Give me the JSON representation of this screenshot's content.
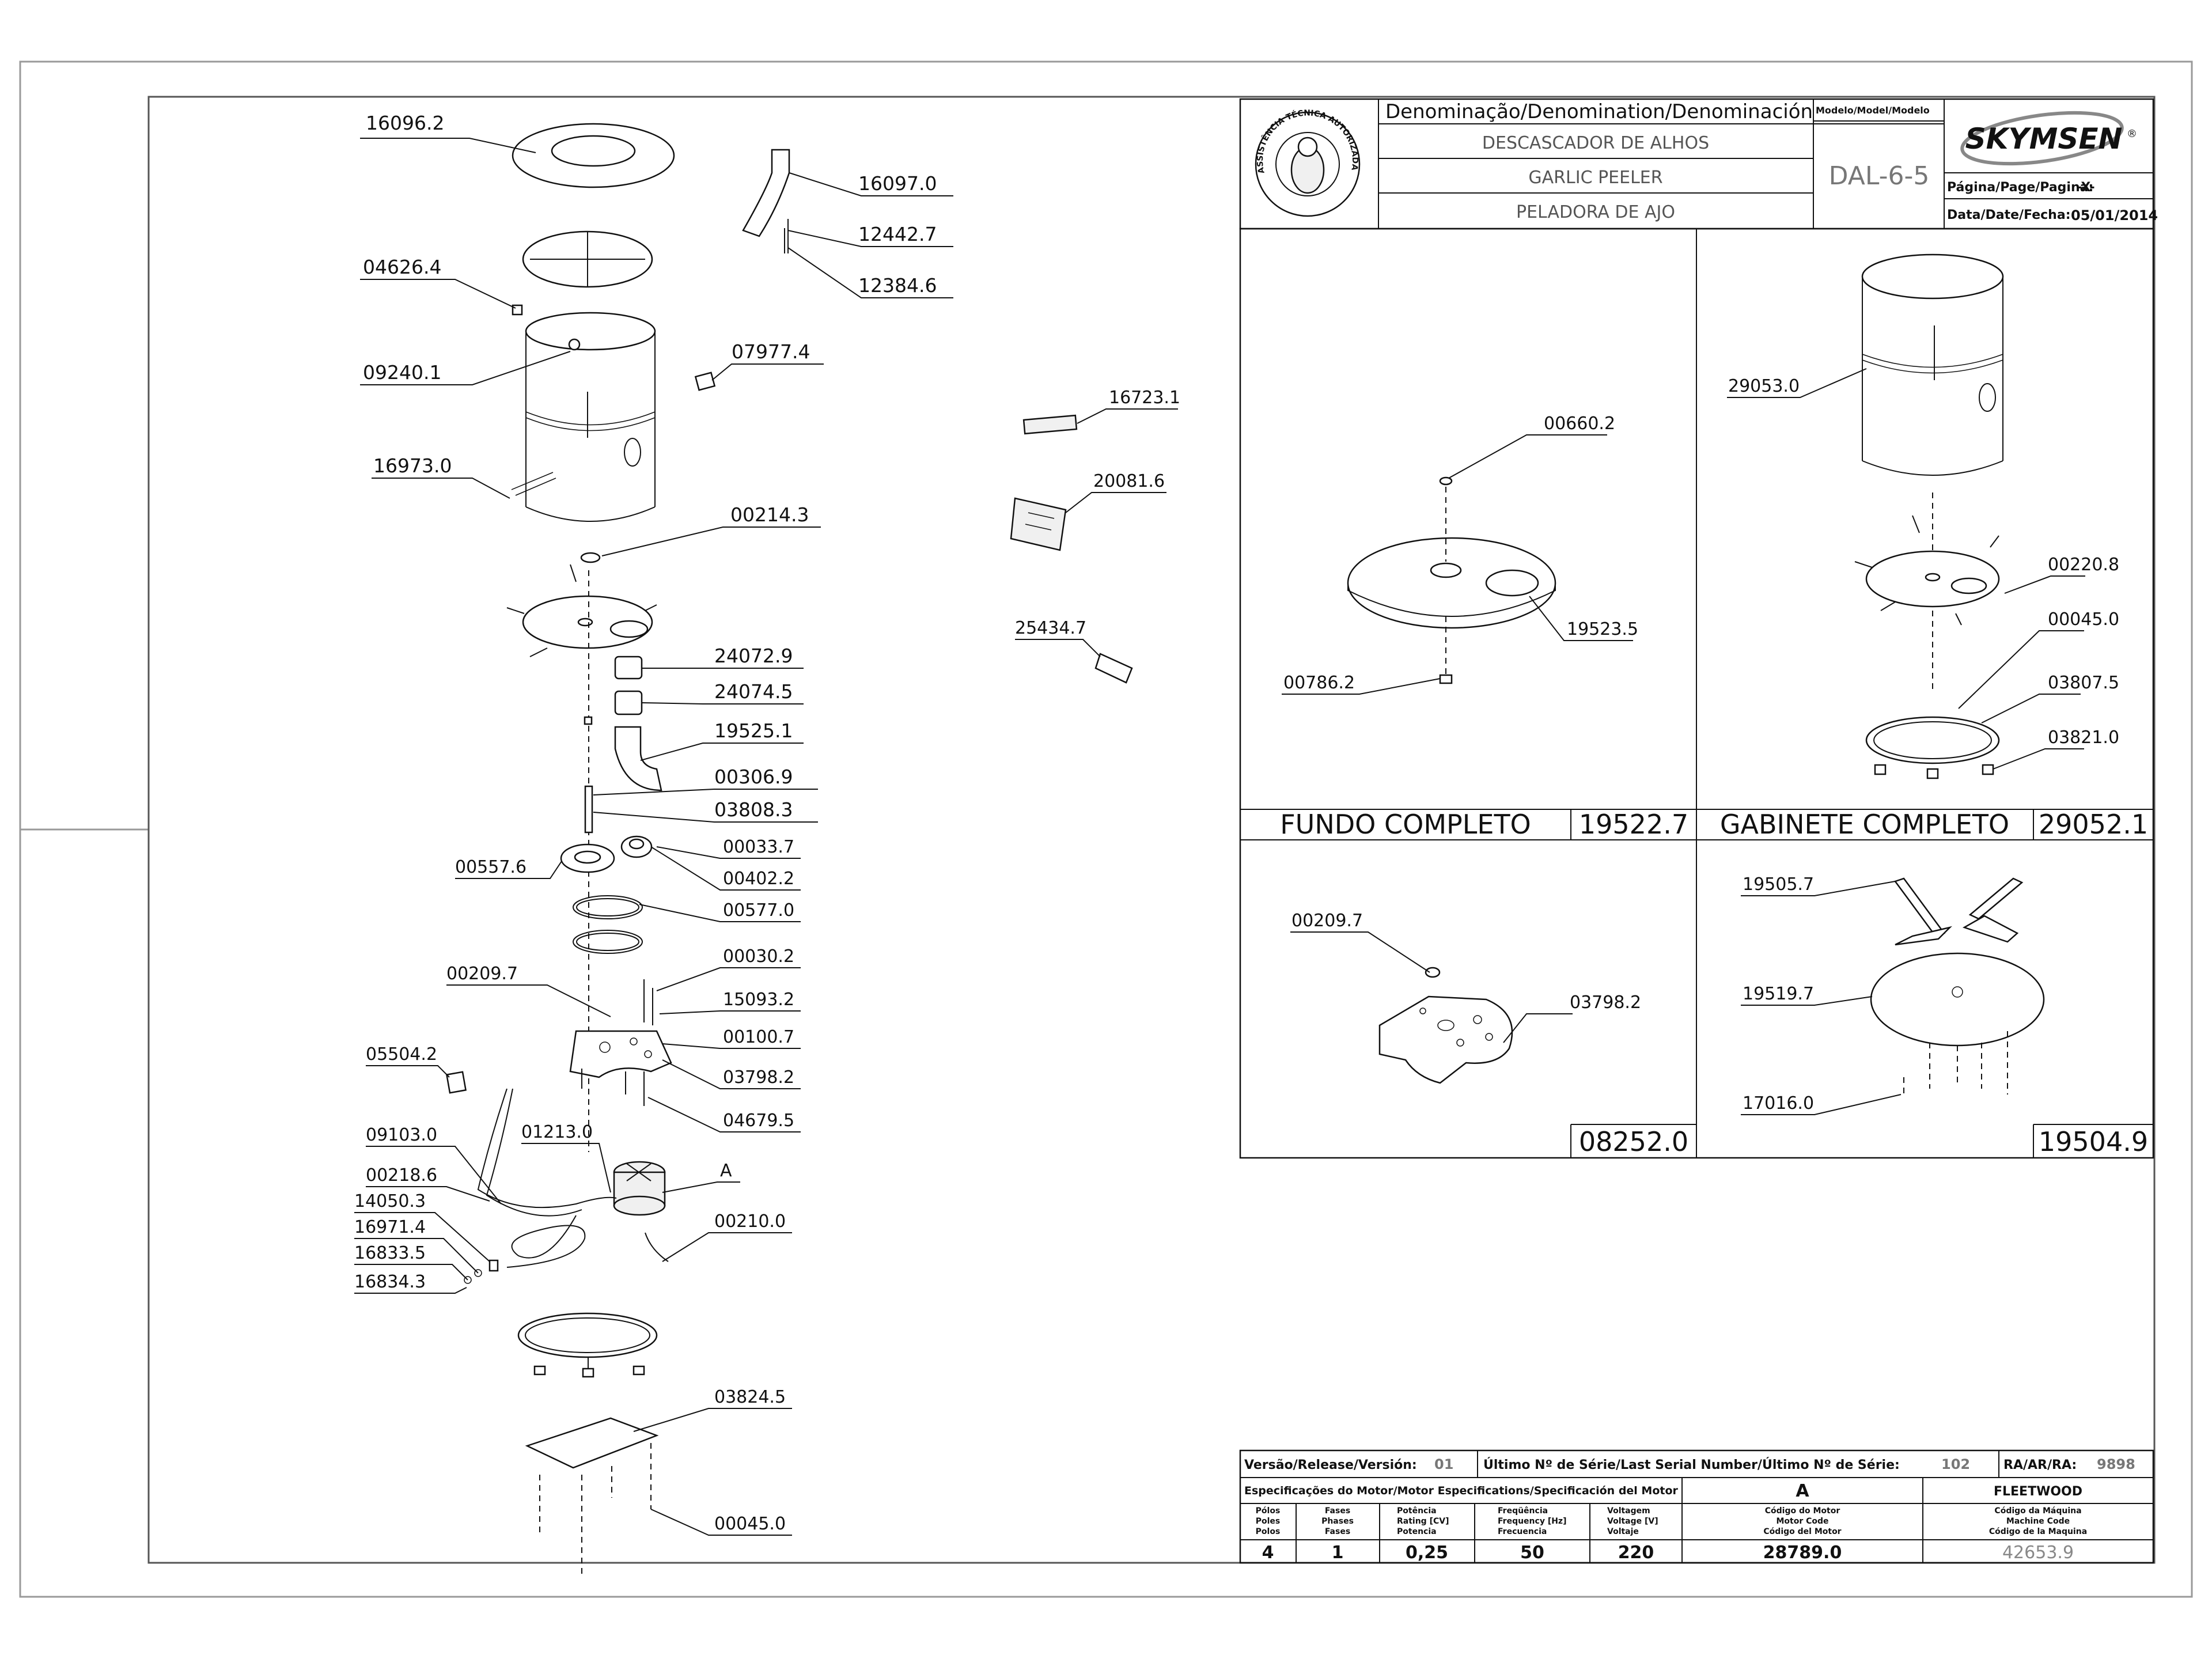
{
  "exploded_view": {
    "labels": [
      "16096.2",
      "16097.0",
      "12442.7",
      "12384.6",
      "04626.4",
      "09240.1",
      "07977.4",
      "16973.0",
      "00214.3",
      "24072.9",
      "24074.5",
      "19525.1",
      "00306.9",
      "03808.3",
      "00557.6",
      "00033.7",
      "00402.2",
      "00577.0",
      "00030.2",
      "00209.7",
      "15093.2",
      "00100.7",
      "05504.2",
      "03798.2",
      "04679.5",
      "09103.0",
      "01213.0",
      "A",
      "00218.6",
      "00210.0",
      "14050.3",
      "16971.4",
      "16833.5",
      "16834.3",
      "03824.5",
      "00045.0"
    ]
  },
  "loose_parts": {
    "labels": [
      "16723.1",
      "20081.6",
      "25434.7"
    ]
  },
  "title_block": {
    "denomination_header": "Denominação/Denomination/Denominación",
    "model_header": "Modelo/Model/Modelo",
    "name_pt": "DESCASCADOR DE ALHOS",
    "name_en": "GARLIC PEELER",
    "name_es": "PELADORA DE AJO",
    "model": "DAL-6-5",
    "brand": "SKYMSEN",
    "brand_mark": "®",
    "page_label": "Página/Page/Pagina:",
    "page_value": "-X-",
    "date_label": "Data/Date/Fecha:",
    "date_value": "05/01/2014",
    "seal_text": "ASSISTÊNCIA TÉCNICA AUTORIZADA"
  },
  "sub_assemblies": {
    "fundo": {
      "title": "FUNDO COMPLETO",
      "code": "19522.7",
      "labels": [
        "00660.2",
        "19523.5",
        "00786.2"
      ]
    },
    "gabinete": {
      "title": "GABINETE COMPLETO",
      "code": "29052.1",
      "labels": [
        "29053.0",
        "00220.8",
        "00045.0",
        "03807.5",
        "03821.0"
      ]
    },
    "base": {
      "code": "08252.0",
      "labels": [
        "00209.7",
        "03798.2"
      ]
    },
    "frame": {
      "code": "19504.9",
      "labels": [
        "19505.7",
        "19519.7",
        "17016.0"
      ]
    }
  },
  "spec_table": {
    "version_label": "Versão/Release/Versión:",
    "version_value": "01",
    "serial_label": "Último Nº de Série/Last Serial Number/Último Nº de Série:",
    "serial_value": "102",
    "ra_label": "RA/AR/RA:",
    "ra_value": "9898",
    "motor_spec_label": "Especificações do Motor/Motor Especifications/Specificación del Motor",
    "motor_type": "A",
    "manufacturer": "FLEETWOOD",
    "columns": [
      [
        "Pólos",
        "Poles",
        "Polos"
      ],
      [
        "Fases",
        "Phases",
        "Fases"
      ],
      [
        "Potência",
        "Rating [CV]",
        "Potencia"
      ],
      [
        "Freqüência",
        "Frequency [Hz]",
        "Frecuencia"
      ],
      [
        "Voltagem",
        "Voltage [V]",
        "Voltaje"
      ],
      [
        "Código do Motor",
        "Motor Code",
        "Código del Motor"
      ],
      [
        "Código da Máquina",
        "Machine Code",
        "Código de la Maquina"
      ]
    ],
    "values": [
      "4",
      "1",
      "0,25",
      "50",
      "220",
      "28789.0",
      "42653.9"
    ]
  }
}
